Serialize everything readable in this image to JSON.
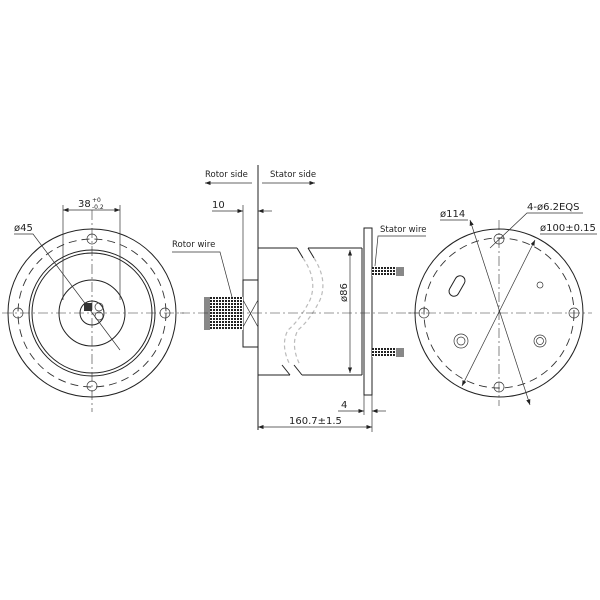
{
  "front_view": {
    "dim_width": "38",
    "dim_width_tol_upper": "+0",
    "dim_width_tol_lower": "-0.2",
    "dim_diameter": "ø45"
  },
  "side_view": {
    "rotor_side_label": "Rotor side",
    "stator_side_label": "Stator side",
    "dim_10": "10",
    "rotor_wire_label": "Rotor wire",
    "stator_wire_label": "Stator wire",
    "dim_diameter": "ø86",
    "dim_flange": "4",
    "dim_length": "160.7±1.5"
  },
  "rear_view": {
    "dim_outer": "ø114",
    "dim_holes": "4-ø6.2EQS",
    "dim_bolt_circle": "ø100±0.15"
  }
}
